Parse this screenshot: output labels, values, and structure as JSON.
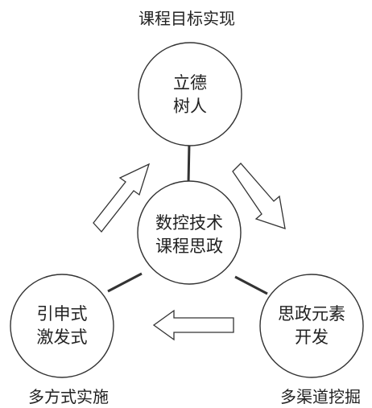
{
  "labels": {
    "top_caption": "课程目标实现",
    "bottom_left_caption": "多方式实施",
    "bottom_right_caption": "多渠道挖掘"
  },
  "nodes": {
    "center": {
      "line1": "数控技术",
      "line2": "课程思政"
    },
    "top": {
      "line1": "立德",
      "line2": "树人"
    },
    "left": {
      "line1": "引申式",
      "line2": "激发式"
    },
    "right": {
      "line1": "思政元素",
      "line2": "开发"
    }
  },
  "colors": {
    "stroke": "#333333",
    "text": "#222222",
    "fill": "#ffffff"
  }
}
